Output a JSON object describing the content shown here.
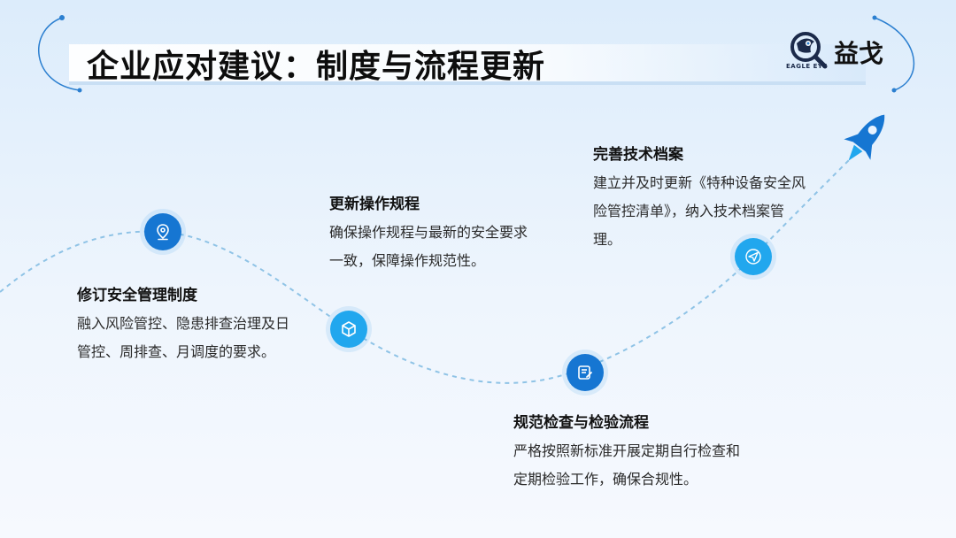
{
  "header": {
    "title": "企业应对建议：制度与流程更新"
  },
  "logo": {
    "name": "益戈",
    "sub": "EAGLE EYE"
  },
  "steps": [
    {
      "title": "修订安全管理制度",
      "body": "融入风险管控、隐患排查治理及日管控、周排查、月调度的要求。",
      "icon": "location-pin-icon"
    },
    {
      "title": "更新操作规程",
      "body": "确保操作规程与最新的安全要求一致，保障操作规范性。",
      "icon": "cube-icon"
    },
    {
      "title": "规范检查与检验流程",
      "body": "严格按照新标准开展定期自行检查和定期检验工作，确保合规性。",
      "icon": "document-edit-icon"
    },
    {
      "title": "完善技术档案",
      "body": "建立并及时更新《特种设备安全风险管控清单》，纳入技术档案管理。",
      "icon": "paper-plane-icon"
    }
  ],
  "colors": {
    "accent_dark": "#1676d2",
    "accent_light": "#21a7ee",
    "path": "#8fc3e6"
  }
}
